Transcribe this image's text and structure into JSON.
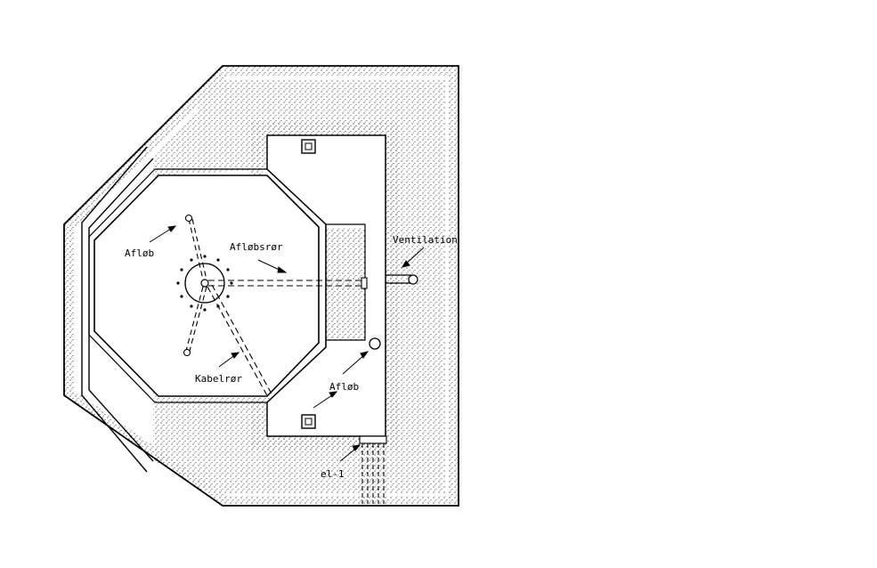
{
  "labels": {
    "afloeb_top": "Afløb",
    "afloebsroer": "Afløbsrør",
    "kabelroer": "Kabelrør",
    "afloeb_bottom": "Afløb",
    "ventilation": "Ventilation",
    "el1": "el-1"
  },
  "colors": {
    "ink": "#000000",
    "paper": "#ffffff",
    "stipple": "#1a1a1a"
  }
}
